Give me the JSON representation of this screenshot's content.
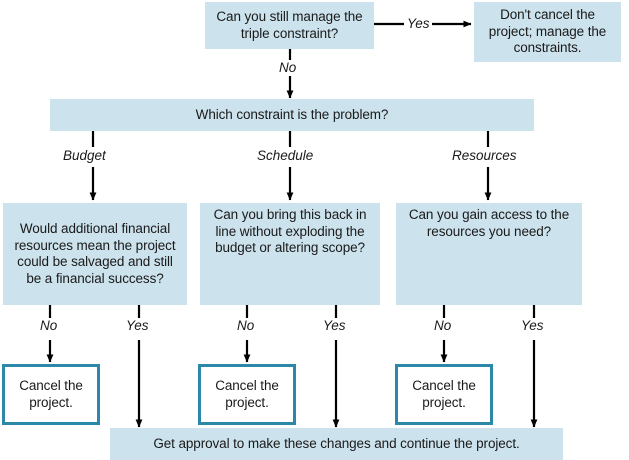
{
  "diagram": {
    "title": "Project cancellation decision flowchart",
    "colors": {
      "node_fill": "#cce2ec",
      "node_outline": "#2b88a8",
      "line": "#000000",
      "text": "#1a1a1a",
      "background": "#ffffff"
    }
  },
  "nodes": {
    "q_triple_constraint": "Can you still manage the triple constraint?",
    "dont_cancel": "Don't cancel the project; manage the constraints.",
    "which_constraint": "Which constraint is the problem?",
    "q_budget": "Would additional financial resources mean the project could be salvaged and still be a financial success?",
    "q_schedule": "Can you bring this back in line without exploding the budget or altering scope?",
    "q_resources": "Can you gain access to the resources you need?",
    "cancel_budget": "Cancel the project.",
    "cancel_schedule": "Cancel the project.",
    "cancel_resources": "Cancel the project.",
    "get_approval": "Get approval to make these changes and continue the project."
  },
  "edge_labels": {
    "top_yes": "Yes",
    "top_no": "No",
    "branch_budget": "Budget",
    "branch_schedule": "Schedule",
    "branch_resources": "Resources",
    "budget_no": "No",
    "budget_yes": "Yes",
    "schedule_no": "No",
    "schedule_yes": "Yes",
    "resources_no": "No",
    "resources_yes": "Yes"
  }
}
